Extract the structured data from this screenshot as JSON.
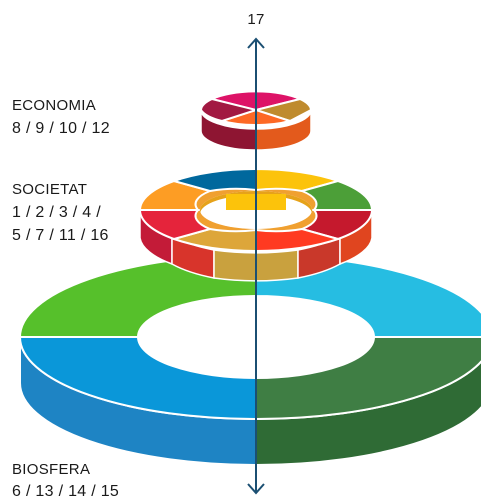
{
  "diagram": {
    "axis_label": "17",
    "tiers": [
      {
        "id": "economia",
        "title": "ECONOMIA",
        "goals_line1": "8 / 9 / 10 / 12",
        "goals_line2": ""
      },
      {
        "id": "societat",
        "title": "SOCIETAT",
        "goals_line1": "1 / 2 / 3 / 4 /",
        "goals_line2": "5 / 7 / 11 / 16"
      },
      {
        "id": "biosfera",
        "title": "BIOSFERA",
        "goals_line1": "6 / 13 / 14 / 15",
        "goals_line2": ""
      }
    ],
    "colors": {
      "axis": "#1b4f72",
      "economia": [
        "#a21942",
        "#e5243b",
        "#dd1367",
        "#fd6925",
        "#bf8b2e"
      ],
      "societat": [
        "#e5243b",
        "#dda63a",
        "#4c9f38",
        "#c5192d",
        "#ff3a21",
        "#fcc30b",
        "#fd9d24",
        "#00689d"
      ],
      "biosfera": [
        "#56c02b",
        "#26bde2",
        "#3f7e44",
        "#0a97d9"
      ]
    }
  }
}
